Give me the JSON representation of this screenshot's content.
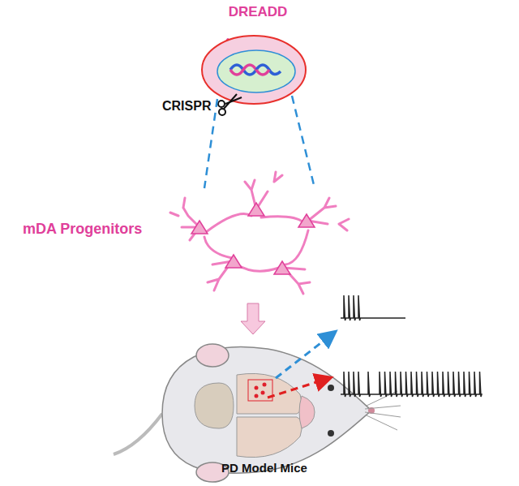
{
  "diagram": {
    "labels": [
      "DREADD",
      "CRISPR",
      "mDA Progenitors",
      "PD Model Mice"
    ]
  }
}
